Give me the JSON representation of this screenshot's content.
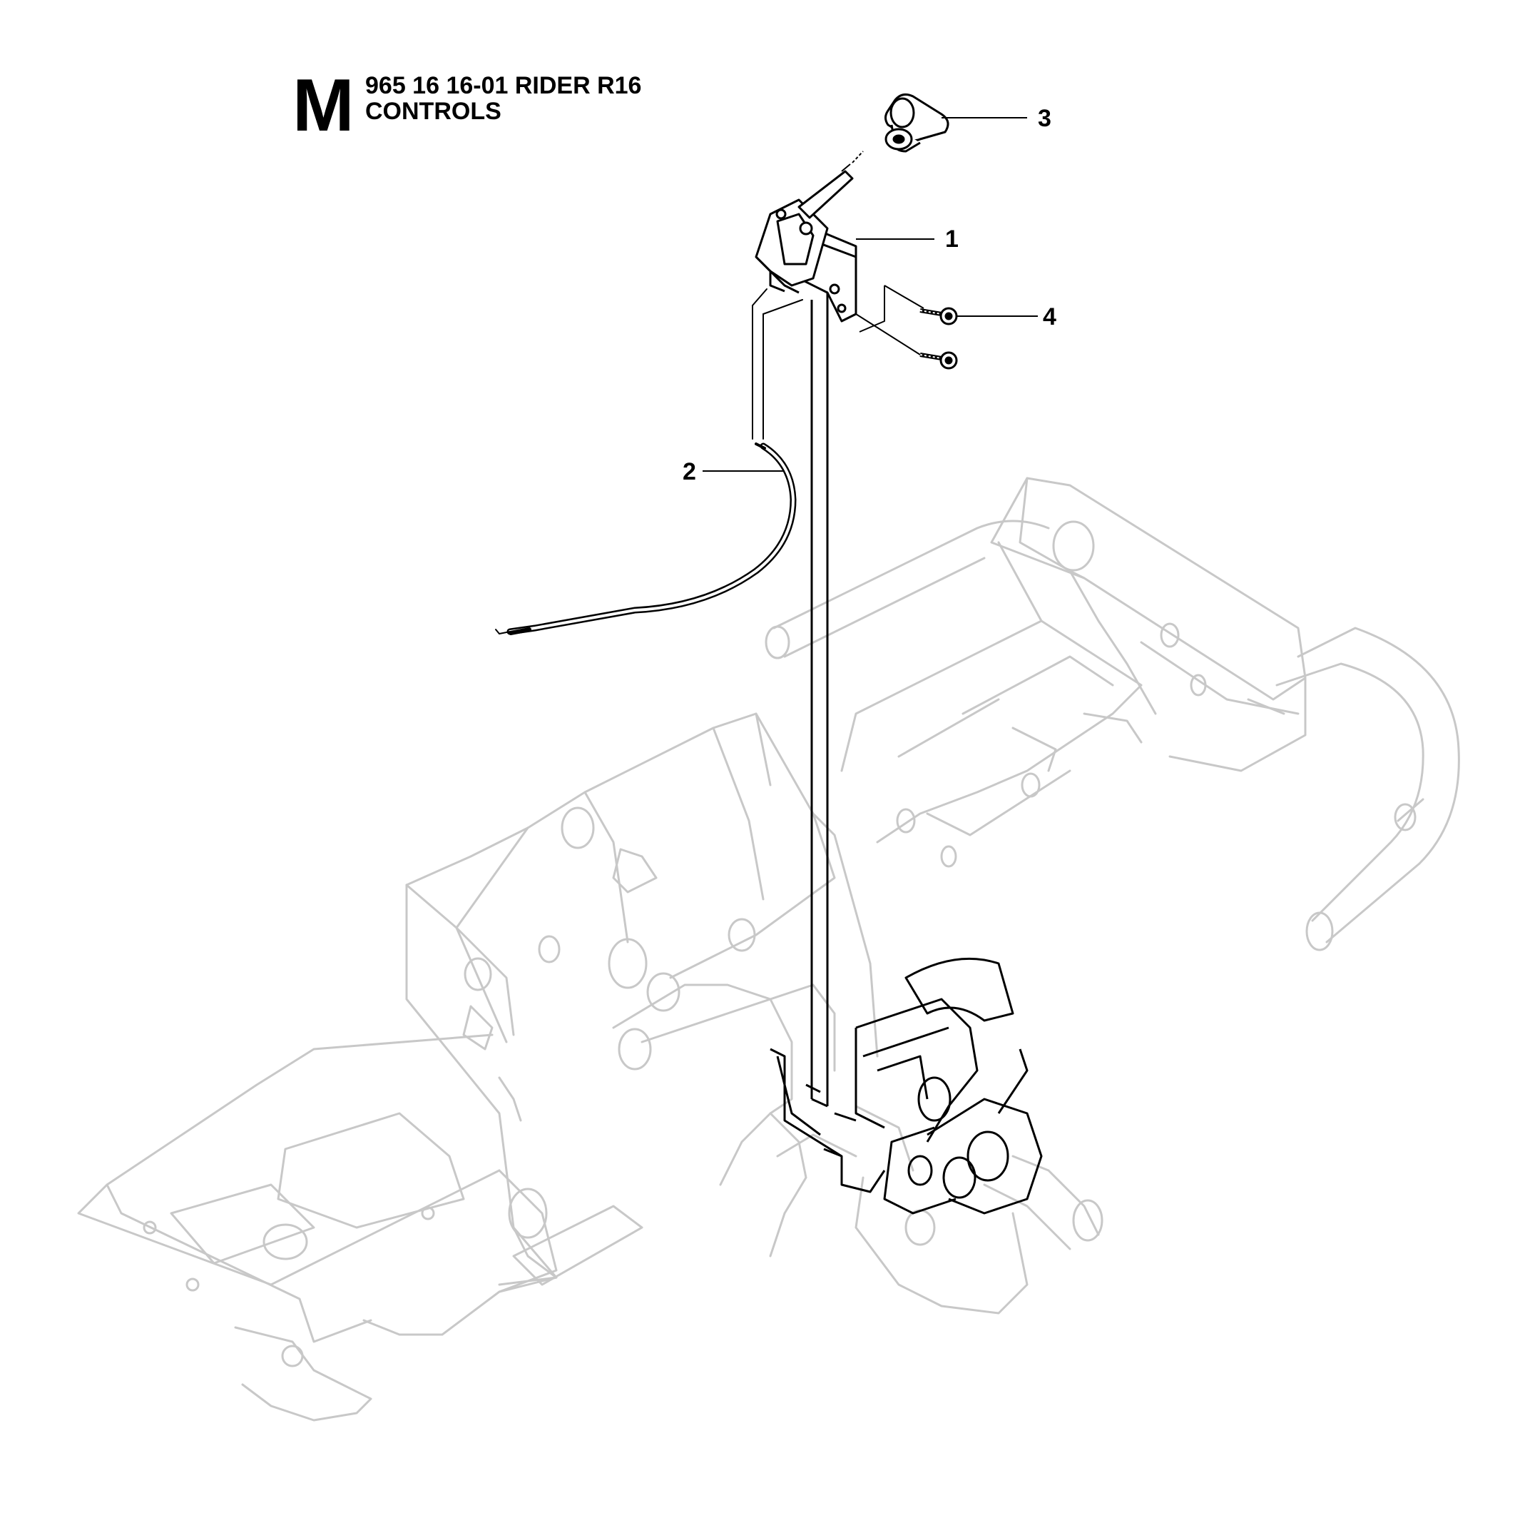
{
  "header": {
    "section_letter": "M",
    "title_line1": "965 16 16-01 RIDER R16",
    "title_line2": "CONTROLS"
  },
  "callouts": [
    {
      "label": "1",
      "part": "control-bracket"
    },
    {
      "label": "2",
      "part": "throttle-cable"
    },
    {
      "label": "3",
      "part": "control-knob"
    },
    {
      "label": "4",
      "part": "bolts"
    }
  ],
  "colors": {
    "ink": "#000000",
    "ghost_frame": "#c8c8c8",
    "part_fill": "#ffffff"
  }
}
